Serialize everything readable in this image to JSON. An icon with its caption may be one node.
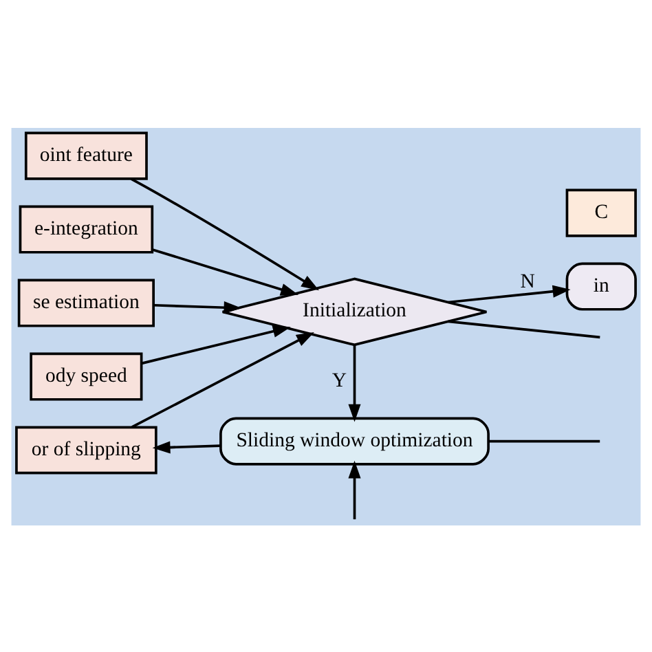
{
  "diagram": {
    "nodes": [
      {
        "text": [
          "oint feature"
        ]
      },
      {
        "text": [
          "e-integration"
        ]
      },
      {
        "text": [
          "se estimation"
        ]
      },
      {
        "text": [
          "ody speed"
        ]
      },
      {
        "text": [
          "or of slipping"
        ]
      },
      {
        "text": [
          "Initialization"
        ]
      },
      {
        "text": [
          "in"
        ]
      },
      {
        "text": [
          "Sliding window optimization"
        ]
      },
      {
        "text": [
          "C"
        ]
      }
    ],
    "edges": [
      {
        "from": 0,
        "to": 5,
        "arrow": "to"
      },
      {
        "from": 1,
        "to": 5,
        "arrow": "to"
      },
      {
        "from": 2,
        "to": 5,
        "arrow": "to"
      },
      {
        "from": 3,
        "to": 5,
        "arrow": "to"
      },
      {
        "from": 4,
        "to": 5,
        "arrow": "to"
      },
      {
        "from": 5,
        "to": 6,
        "label": "N",
        "arrow": "to"
      },
      {
        "from": 5,
        "to": 7,
        "label": "Y",
        "arrow": "to"
      },
      {
        "from": 5,
        "to": null,
        "arrow": "none"
      },
      {
        "from": 7,
        "to": null,
        "arrow": "none"
      },
      {
        "from": 7,
        "to": 4,
        "arrow": "to"
      },
      {
        "from": null,
        "to": 7,
        "arrow": "to"
      }
    ]
  }
}
